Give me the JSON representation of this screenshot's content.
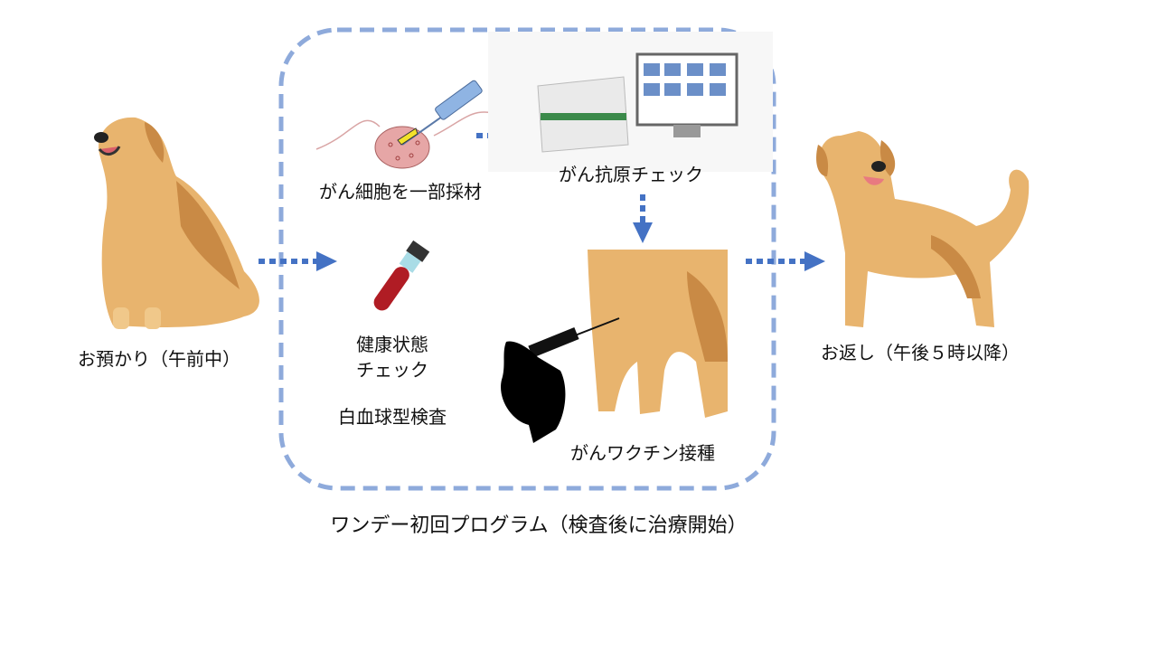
{
  "labels": {
    "dropoff": "お預かり（午前中）",
    "biopsy": "がん細胞を一部採材",
    "antigen_check": "がん抗原チェック",
    "health_check_line1": "健康状態",
    "health_check_line2": "チェック",
    "wbc_test": "白血球型検査",
    "vaccine": "がんワクチン接種",
    "pickup": "お返し（午後５時以降）",
    "program_caption": "ワンデー初回プログラム（検査後に治療開始）"
  },
  "colors": {
    "arrow": "#4472c4",
    "frame": "#8eaadb",
    "dog_fur": "#e8b46e",
    "dog_shadow": "#c98a45"
  }
}
